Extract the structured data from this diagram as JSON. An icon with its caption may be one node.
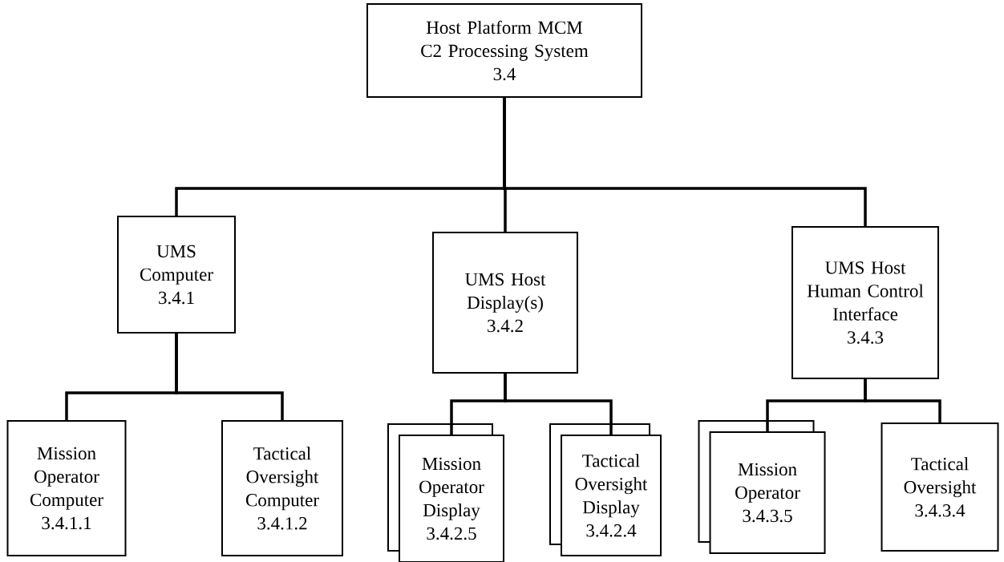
{
  "diagram": {
    "nodes": [
      {
        "text": [
          "Host Platform MCM C2 Processing System",
          "3.4"
        ]
      },
      {
        "text": [
          "UMS Computer",
          "3.4.1"
        ]
      },
      {
        "text": [
          "UMS Host Display(s)",
          "3.4.2"
        ]
      },
      {
        "text": [
          "UMS Host Human Control Interface",
          "3.4.3"
        ]
      },
      {
        "text": [
          "Mission Operator Computer",
          "3.4.1.1"
        ]
      },
      {
        "text": [
          "Tactical Oversight Computer",
          "3.4.1.2"
        ]
      },
      {
        "text": [
          "Mission Operator Display",
          "3.4.2.5"
        ]
      },
      {
        "text": [
          "Tactical Oversight Display",
          "3.4.2.4"
        ]
      },
      {
        "text": [
          "Mission Operator",
          "3.4.3.5"
        ]
      },
      {
        "text": [
          "Tactical Oversight",
          "3.4.3.4"
        ]
      }
    ],
    "edges": [
      {
        "from": 0,
        "to": 1,
        "arrow": "none"
      },
      {
        "from": 0,
        "to": 2,
        "arrow": "none"
      },
      {
        "from": 0,
        "to": 3,
        "arrow": "none"
      },
      {
        "from": 1,
        "to": 4,
        "arrow": "none"
      },
      {
        "from": 1,
        "to": 5,
        "arrow": "none"
      },
      {
        "from": 2,
        "to": 6,
        "arrow": "none"
      },
      {
        "from": 2,
        "to": 7,
        "arrow": "none"
      },
      {
        "from": 3,
        "to": 8,
        "arrow": "none"
      },
      {
        "from": 3,
        "to": 9,
        "arrow": "none"
      }
    ]
  }
}
